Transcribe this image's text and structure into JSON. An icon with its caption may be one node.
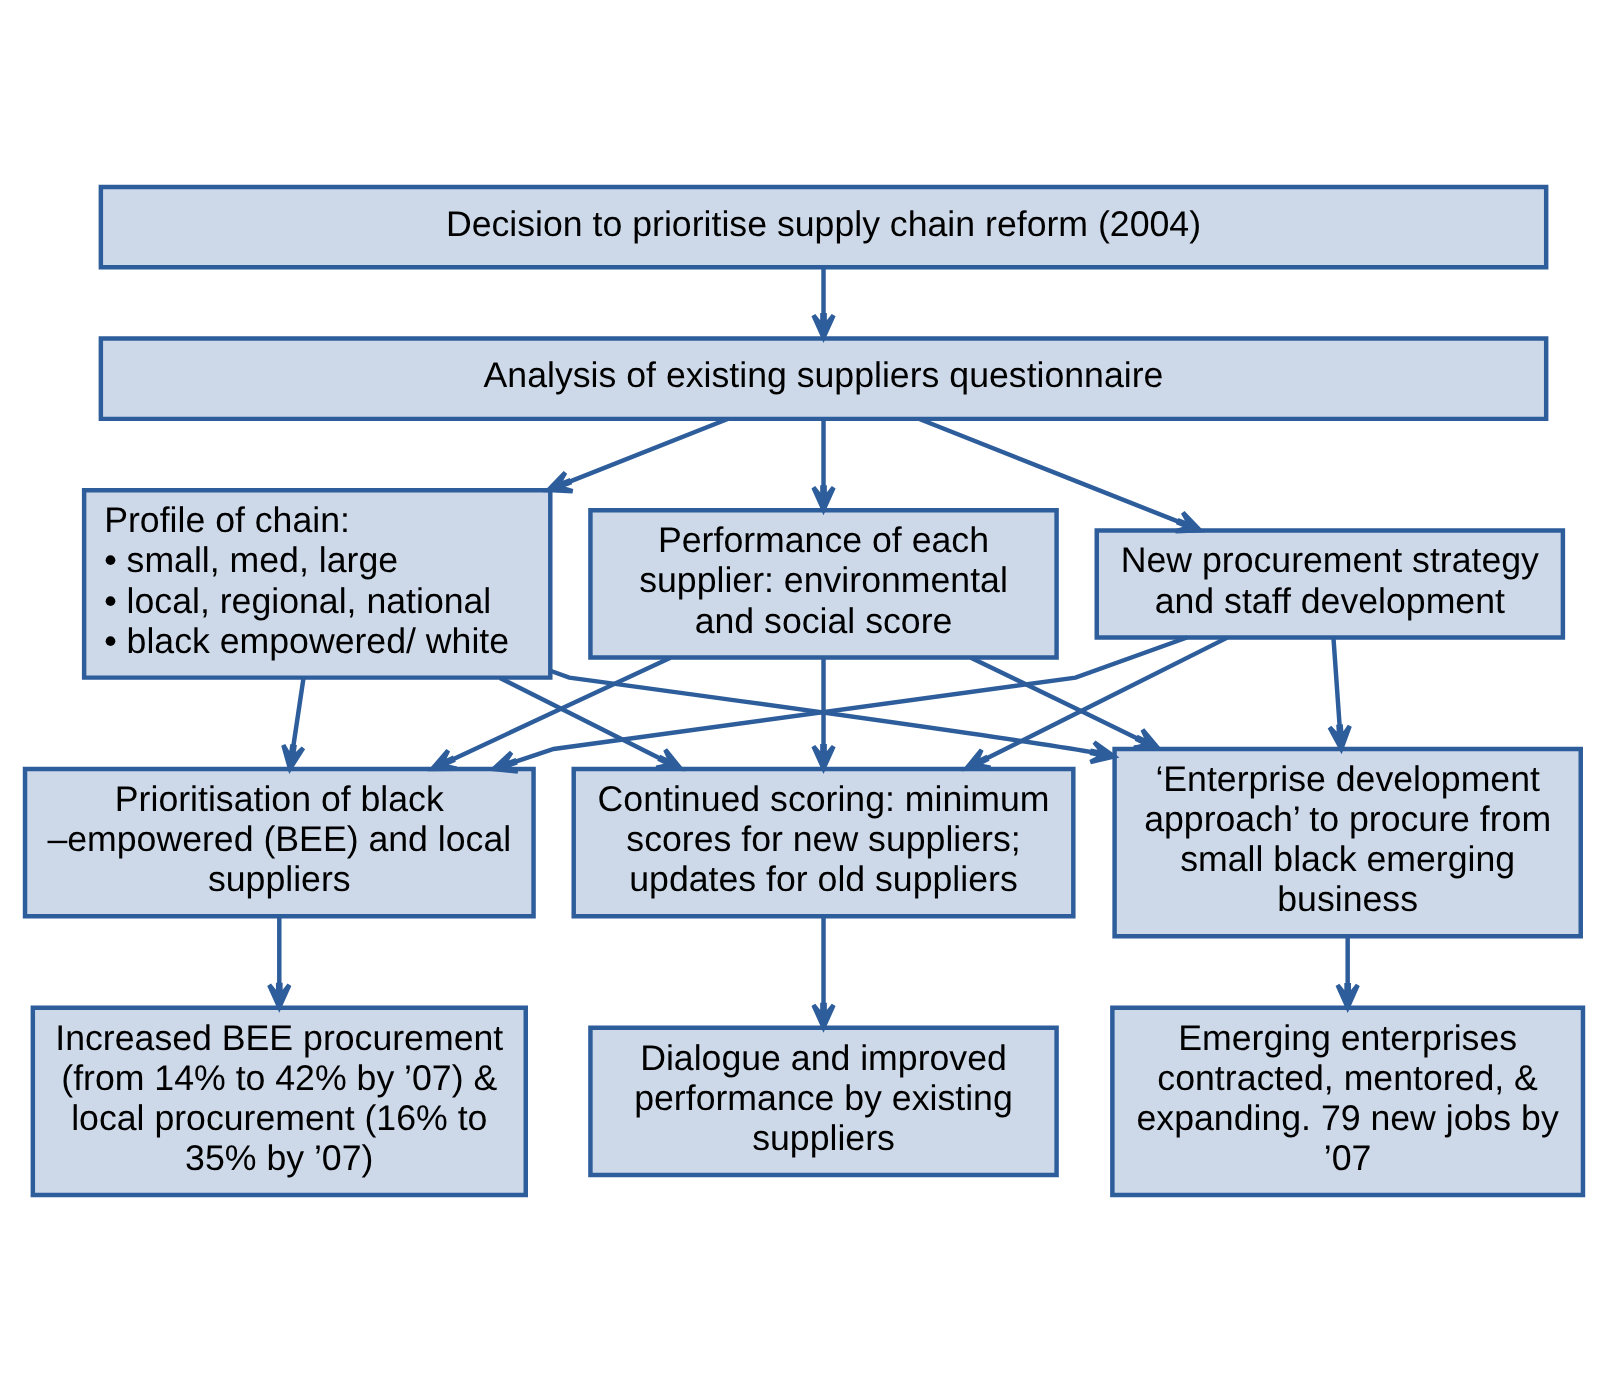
{
  "diagram": {
    "nodes": [
      {
        "text": [
          "Decision to prioritise supply chain reform (2004)"
        ]
      },
      {
        "text": [
          "Analysis of existing suppliers questionnaire"
        ]
      },
      {
        "text": [
          "Profile of chain:",
          "• small, med, large",
          "• local, regional, national",
          "• black empowered/ white"
        ]
      },
      {
        "text": [
          "Performance of each supplier: environmental and social score"
        ]
      },
      {
        "text": [
          "New procurement strategy and staff development"
        ]
      },
      {
        "text": [
          "Prioritisation of black –empowered (BEE) and local suppliers"
        ]
      },
      {
        "text": [
          "Continued scoring: minimum scores for new suppliers; updates for old suppliers"
        ]
      },
      {
        "text": [
          "‘Enterprise development approach’ to procure from small black emerging business"
        ]
      },
      {
        "text": [
          "Increased BEE procurement (from 14% to 42% by ’07) & local procurement (16% to 35% by ’07)"
        ]
      },
      {
        "text": [
          "Dialogue and improved performance by existing suppliers"
        ]
      },
      {
        "text": [
          "Emerging enterprises contracted, mentored, & expanding. 79 new jobs by ’07"
        ]
      }
    ],
    "edges": [
      {
        "from": 0,
        "to": 1,
        "arrow": "to"
      },
      {
        "from": 1,
        "to": 2,
        "arrow": "to"
      },
      {
        "from": 1,
        "to": 3,
        "arrow": "to"
      },
      {
        "from": 1,
        "to": 4,
        "arrow": "to"
      },
      {
        "from": 2,
        "to": 5,
        "arrow": "to"
      },
      {
        "from": 2,
        "to": 6,
        "arrow": "to"
      },
      {
        "from": 2,
        "to": 7,
        "arrow": "to"
      },
      {
        "from": 3,
        "to": 5,
        "arrow": "to"
      },
      {
        "from": 3,
        "to": 6,
        "arrow": "to"
      },
      {
        "from": 3,
        "to": 7,
        "arrow": "to"
      },
      {
        "from": 4,
        "to": 5,
        "arrow": "to"
      },
      {
        "from": 4,
        "to": 6,
        "arrow": "to"
      },
      {
        "from": 4,
        "to": 7,
        "arrow": "to"
      },
      {
        "from": 5,
        "to": 8,
        "arrow": "to"
      },
      {
        "from": 6,
        "to": 9,
        "arrow": "to"
      },
      {
        "from": 7,
        "to": 10,
        "arrow": "to"
      }
    ]
  }
}
